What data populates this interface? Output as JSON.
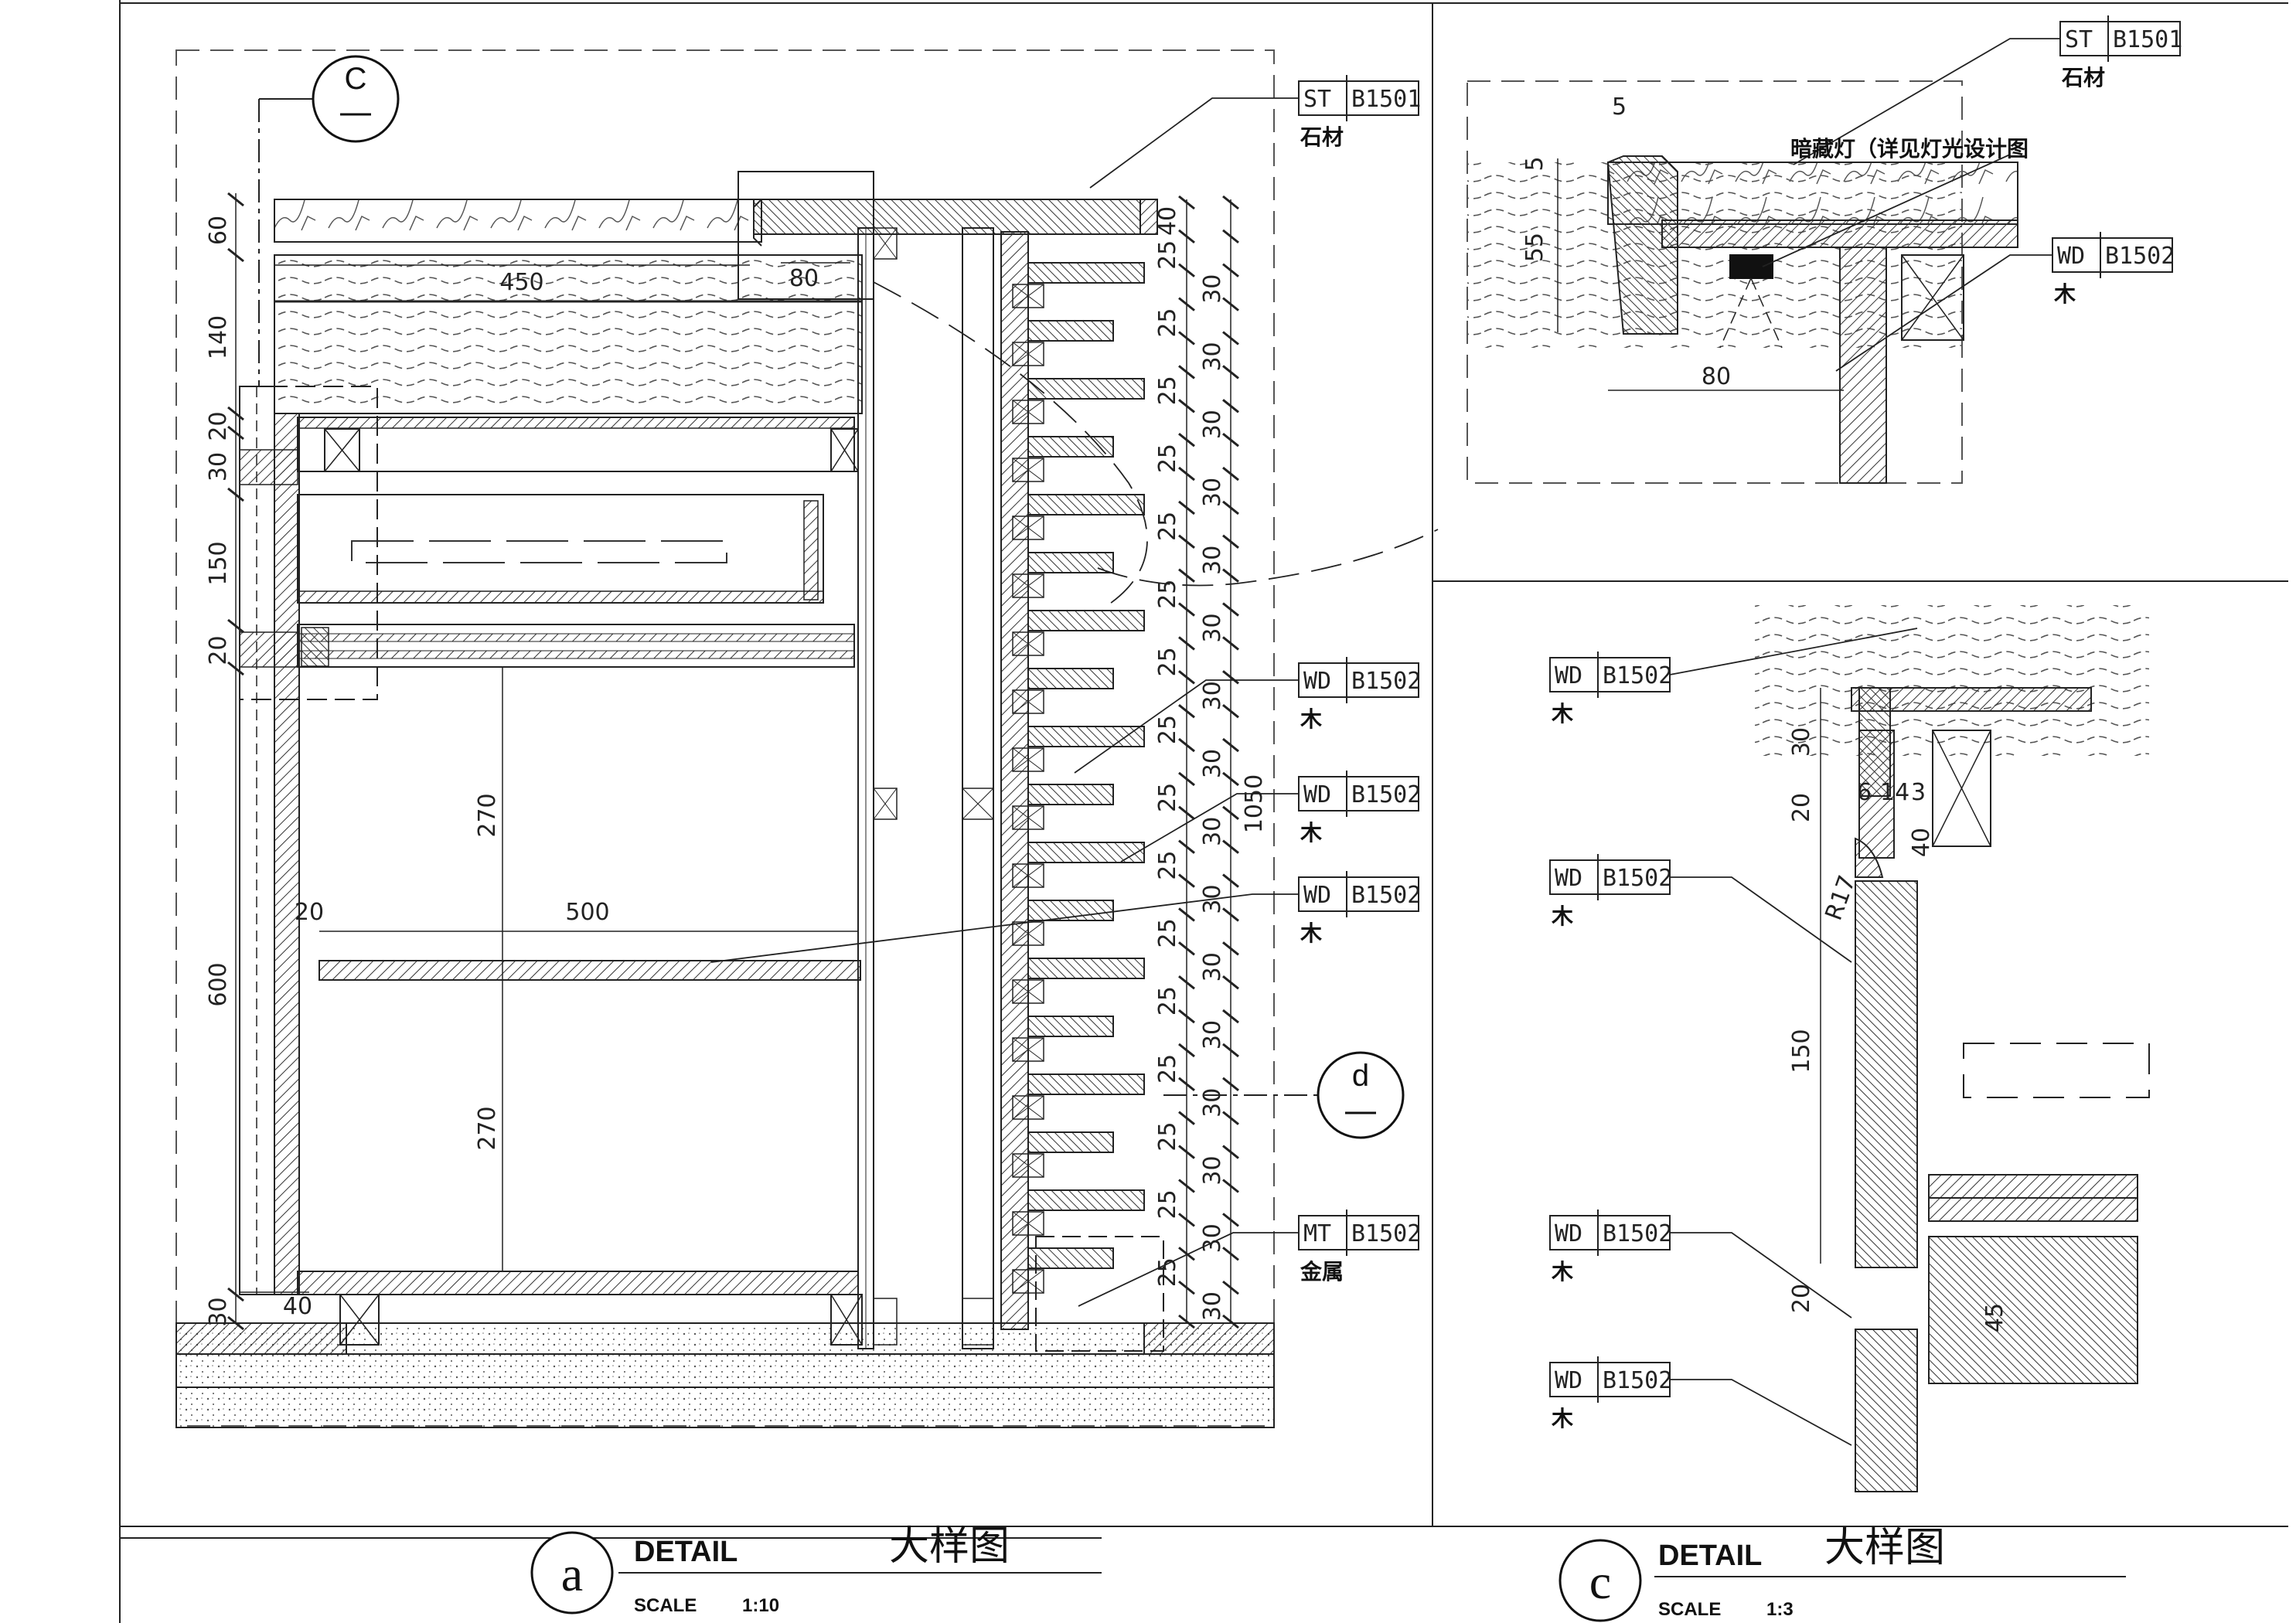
{
  "detail_a": {
    "bubble": "a",
    "title": "DETAIL",
    "title_cn": "大样图",
    "scale_label": "SCALE",
    "scale_value": "1:10",
    "section_c": "C",
    "section_d": "d",
    "tags": [
      {
        "code": "ST",
        "ref": "B1501",
        "material": "石材"
      },
      {
        "code": "WD",
        "ref": "B1502",
        "material": "木"
      },
      {
        "code": "WD",
        "ref": "B1502",
        "material": "木"
      },
      {
        "code": "WD",
        "ref": "B1502",
        "material": "木"
      },
      {
        "code": "MT",
        "ref": "B1502",
        "material": "金属"
      }
    ],
    "left_dims": [
      "60",
      "140",
      "20",
      "30",
      "150",
      "20",
      "600",
      "30"
    ],
    "inner_dims": [
      "450",
      "80",
      "270",
      "500",
      "20",
      "270",
      "40"
    ],
    "right_dims": [
      "40",
      "25",
      "30",
      "25",
      "30",
      "25",
      "30",
      "25",
      "30",
      "25",
      "30",
      "25",
      "30",
      "25",
      "30",
      "25",
      "30",
      "25",
      "30",
      "25",
      "30",
      "25",
      "30",
      "25",
      "30",
      "25",
      "30",
      "25",
      "30",
      "25",
      "30",
      "25",
      "30"
    ],
    "total_dim": "1050"
  },
  "detail_b": {
    "tags": [
      {
        "code": "ST",
        "ref": "B1501",
        "material": "石材"
      },
      {
        "code": "WD",
        "ref": "B1502",
        "material": "木"
      }
    ],
    "note": "暗藏灯（详见灯光设计图",
    "dims": [
      "5",
      "5",
      "55",
      "80"
    ]
  },
  "detail_c": {
    "bubble": "c",
    "title": "DETAIL",
    "title_cn": "大样图",
    "scale_label": "SCALE",
    "scale_value": "1:3",
    "tags": [
      {
        "code": "WD",
        "ref": "B1502",
        "material": "木"
      },
      {
        "code": "WD",
        "ref": "B1502",
        "material": "木"
      },
      {
        "code": "WD",
        "ref": "B1502",
        "material": "木"
      },
      {
        "code": "WD",
        "ref": "B1502",
        "material": "木"
      }
    ],
    "dims": [
      "30",
      "20",
      "6",
      "14",
      "3",
      "40",
      "R17",
      "150",
      "20",
      "45"
    ]
  }
}
